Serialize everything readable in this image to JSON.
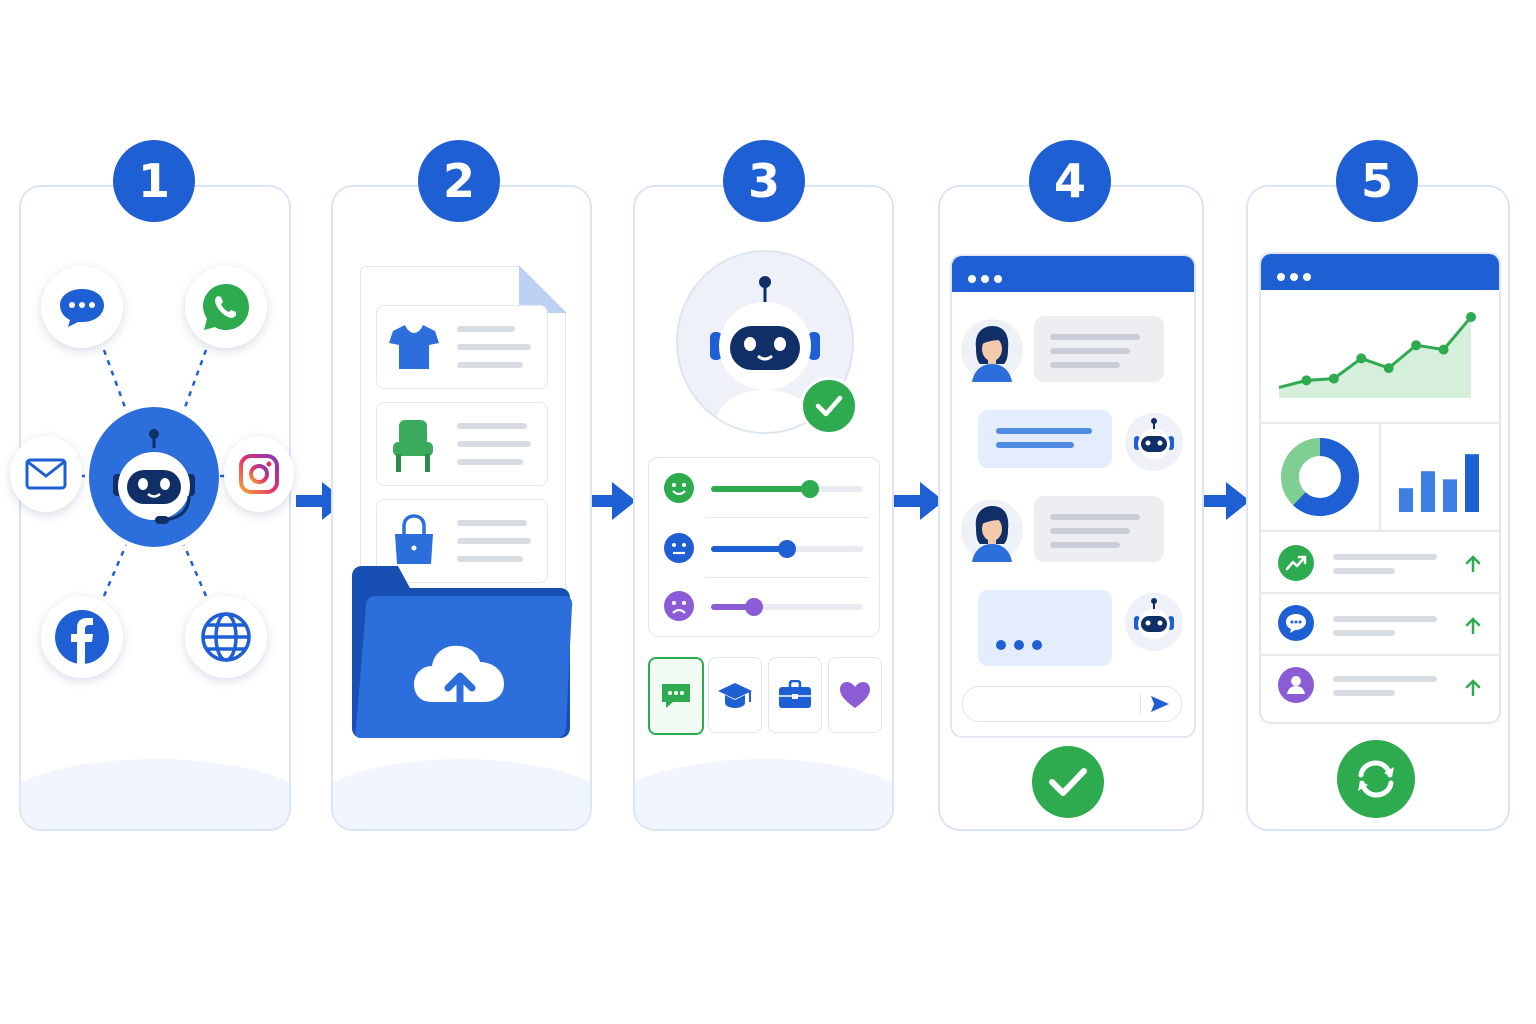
{
  "steps": [
    {
      "number": "1",
      "name": "connect-channels"
    },
    {
      "number": "2",
      "name": "upload-knowledge"
    },
    {
      "number": "3",
      "name": "configure-bot"
    },
    {
      "number": "4",
      "name": "test-chat"
    },
    {
      "number": "5",
      "name": "analyze-improve"
    }
  ],
  "channels": [
    "chat",
    "whatsapp",
    "email",
    "instagram",
    "facebook",
    "web"
  ],
  "sliders": [
    {
      "mood": "happy",
      "level": 0.65,
      "color": "#2eaa4f"
    },
    {
      "mood": "neutral",
      "level": 0.5,
      "color": "#1e5fd3"
    },
    {
      "mood": "sad",
      "level": 0.28,
      "color": "#8b5cd6"
    }
  ],
  "chart_trend": [
    0.12,
    0.2,
    0.22,
    0.45,
    0.34,
    0.6,
    0.55,
    0.92
  ],
  "donut_fraction": 0.62,
  "bars": [
    0.35,
    0.6,
    0.48,
    0.85
  ],
  "colors": {
    "primary": "#1e5fd3",
    "success": "#2eaa4f",
    "purple": "#8b5cd6",
    "navy": "#0f2f66"
  }
}
